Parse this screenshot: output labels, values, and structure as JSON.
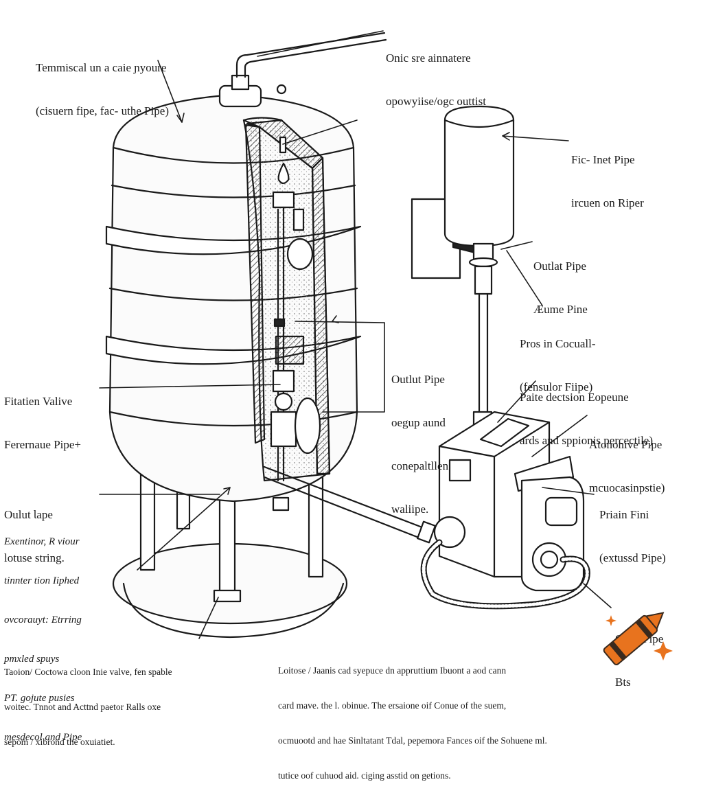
{
  "labels": {
    "top_left": [
      "Temmiscal un a caie ɲyoure",
      "(cisuern fipe, fac- uthe Pipe)"
    ],
    "top_right": [
      "Onic sre ainnatere",
      "opowyiise/ogc outtist"
    ],
    "inlet_pipe": [
      "Fic- Inet Pipe",
      "ircuen on Riper"
    ],
    "outlat_pipe": [
      "Outlat Pipe",
      "Æume Pine"
    ],
    "pros": [
      "Pros in Cocuall-",
      "(fensulor Fiipe)"
    ],
    "paite": [
      "Paite dectsion Eopeune",
      "ards and sppionis percectile)"
    ],
    "atononive": [
      "Atononive Pipe",
      "mcuocasinpstie)"
    ],
    "priain": [
      "Priain Fini",
      "(extussd Pipe)"
    ],
    "ouce": [
      "Ouce Pipe",
      "Bts"
    ],
    "outlut_center": [
      "Outlut Pipe",
      "oegup aund",
      "conepaltllen",
      "waliipe."
    ],
    "fitation": [
      "Fitatien Valive",
      "Ferernaue Pipe+"
    ],
    "oulut_left": [
      "Oulut Ɩape",
      "lotuse string."
    ],
    "exentinor": [
      "Exentinor, R viour",
      "tinnter tion Iiphed",
      "ovcorauyt: Etrring",
      "pmxled spuys",
      "PT. gojute pusies",
      "mesdecol and Pipe"
    ]
  },
  "footer": {
    "left": [
      "Taoion/ Coctowa cloon Inie valve, fen spable",
      "woitec. Tnnot and Acttnd paetor Ralls oxe",
      "sepom / xibrond the oxuiatiet."
    ],
    "right": [
      "Loitose / Jaanis cad syepuce dn appruttium Ibuont a aod cann",
      "card mave. the l. obinue. The ersaione oif Conue of the suem,",
      "ocmuootd and hae Sinltatant Tdal, pepemora Fances oif the Sohuene ml.",
      "tutice oof cuhuod aid. ciging asstid on getions."
    ]
  },
  "logo": {
    "name": "crayon-logo",
    "colors": {
      "body": "#e8731e",
      "stripe": "#3a2a1e",
      "sparkle": "#e8731e"
    }
  }
}
